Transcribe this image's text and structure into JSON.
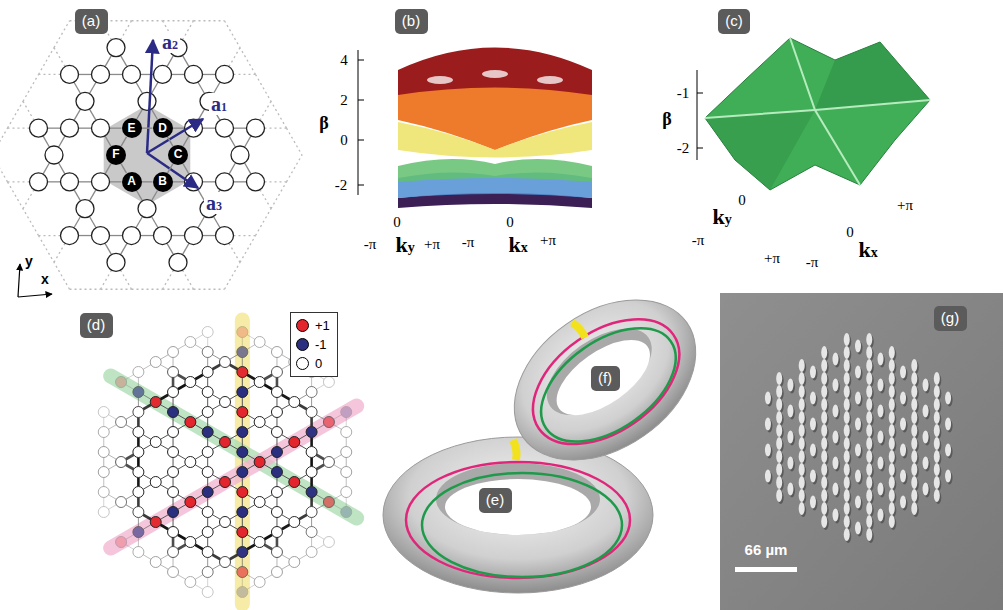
{
  "diagram": {
    "nodes": [
      {
        "text": [
          "(a)"
        ]
      },
      {
        "text": [
          "E"
        ]
      },
      {
        "text": [
          "D"
        ]
      },
      {
        "text": [
          "F"
        ]
      },
      {
        "text": [
          "C"
        ]
      },
      {
        "text": [
          "A"
        ]
      },
      {
        "text": [
          "B"
        ]
      },
      {
        "text": [
          "(b)"
        ]
      },
      {
        "text": [
          "(c)"
        ]
      },
      {
        "text": [
          "(d)"
        ]
      },
      {
        "text": [
          "(f)"
        ]
      },
      {
        "text": [
          "(e)"
        ]
      },
      {
        "text": [
          "(g)"
        ]
      }
    ],
    "edges": [
      {
        "from": 5,
        "to": 6,
        "arrow": "none"
      },
      {
        "from": 6,
        "to": 4,
        "arrow": "none"
      },
      {
        "from": 4,
        "to": 2,
        "arrow": "none"
      },
      {
        "from": 2,
        "to": 1,
        "arrow": "none"
      },
      {
        "from": 1,
        "to": 3,
        "arrow": "none"
      },
      {
        "from": 3,
        "to": 5,
        "arrow": "none"
      }
    ],
    "labels": [
      "a1",
      "a2",
      "a3",
      "y",
      "x",
      "4",
      "2",
      "0",
      "-2",
      "β",
      "-π",
      "0",
      "ky",
      "+π",
      "-π",
      "0",
      "kx",
      "+π",
      "-1",
      "-2",
      "β",
      "-π",
      "0",
      "ky",
      "+π",
      "-π",
      "0",
      "kx",
      "+π",
      "66 µm"
    ],
    "legend": [
      {
        "text": "+1",
        "color": "#e3262d"
      },
      {
        "text": "-1",
        "color": "#2b2f80"
      },
      {
        "text": "0",
        "color": "#ffffff"
      }
    ]
  }
}
